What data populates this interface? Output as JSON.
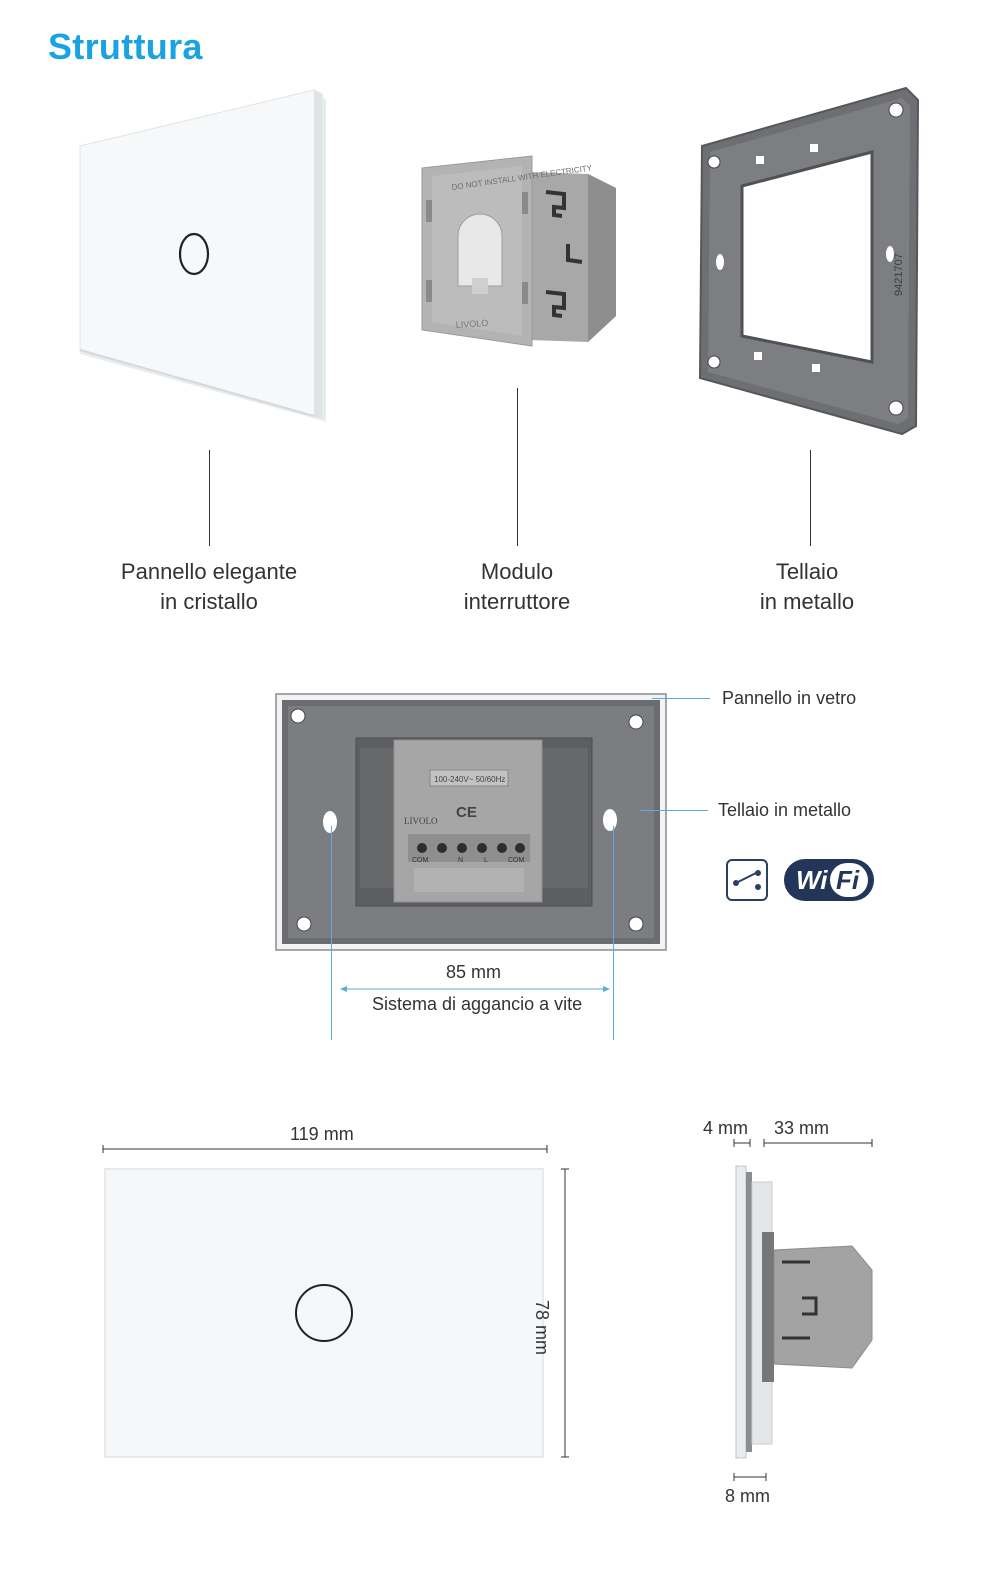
{
  "title": "Struttura",
  "components": [
    {
      "line1": "Pannello elegante",
      "line2": "in cristallo"
    },
    {
      "line1": "Modulo",
      "line2": "interruttore"
    },
    {
      "line1": "Tellaio",
      "line2": "in metallo"
    }
  ],
  "module_markings": {
    "warning": "DO NOT INSTALL WITH ELECTRICITY",
    "brand": "LIVOLO",
    "frame_code": "9421707"
  },
  "back_view": {
    "glass_label": "Pannello in vetro",
    "frame_label": "Tellaio in metallo",
    "screw_distance": "85 mm",
    "screw_system": "Sistema di aggancio a vite",
    "spec_text": "100-240V~ 50/60Hz",
    "brand": "LIVOLO",
    "ce": "CE",
    "terminals": [
      "COM",
      "L",
      "N",
      "COM"
    ]
  },
  "icons": [
    "two-way-switch-icon",
    "wifi-logo-icon"
  ],
  "wifi_text": {
    "wi": "Wi",
    "fi": "Fi"
  },
  "dimensions": {
    "width": "119 mm",
    "height": "78 mm",
    "glass_depth": "4 mm",
    "module_depth": "33 mm",
    "frame_depth": "8 mm"
  },
  "colors": {
    "title": "#1aa3e0",
    "accent_line": "#5aaedc",
    "glass": "#f4f6f7",
    "module": "#aaaaaa",
    "frame": "#6d6f72"
  }
}
